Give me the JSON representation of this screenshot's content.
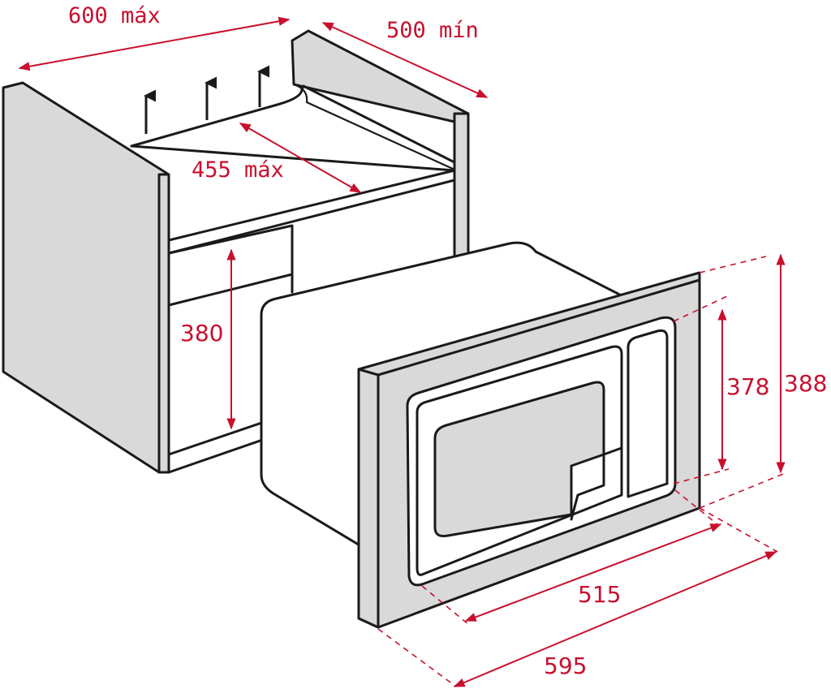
{
  "dimensions": {
    "width_600": "600 máx",
    "depth_500": "500 mín",
    "inner_455": "455 máx",
    "height_380": "380",
    "height_378": "378",
    "height_388": "388",
    "width_515": "515",
    "width_595": "595"
  },
  "colors": {
    "dimension": "#c8102e",
    "outline": "#1a1a1a",
    "panel": "#d9d9d9"
  },
  "icons": {
    "ventilation": "arrow-up-icon"
  }
}
